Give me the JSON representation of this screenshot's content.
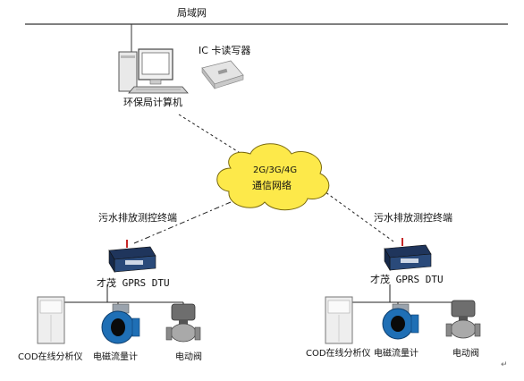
{
  "network": {
    "lan_label": "局域网",
    "cloud_line1": "2G/3G/4G",
    "cloud_line2": "通信网络"
  },
  "center": {
    "computer_label": "环保局计算机",
    "card_reader_label": "IC 卡读写器"
  },
  "terminals": [
    {
      "title": "污水排放测控终端",
      "dtu_label": "才茂 GPRS DTU",
      "devices": [
        "COD在线分析仪",
        "电磁流量计",
        "电动阀"
      ]
    },
    {
      "title": "污水排放测控终端",
      "dtu_label": "才茂 GPRS DTU",
      "devices": [
        "COD在线分析仪",
        "电磁流量计",
        "电动阀"
      ]
    }
  ],
  "colors": {
    "cloud_fill": "#fde94a",
    "flowmeter_blue": "#1f6fb5",
    "dtu_body": "#2a4a7a",
    "antenna_red": "#c62828"
  }
}
